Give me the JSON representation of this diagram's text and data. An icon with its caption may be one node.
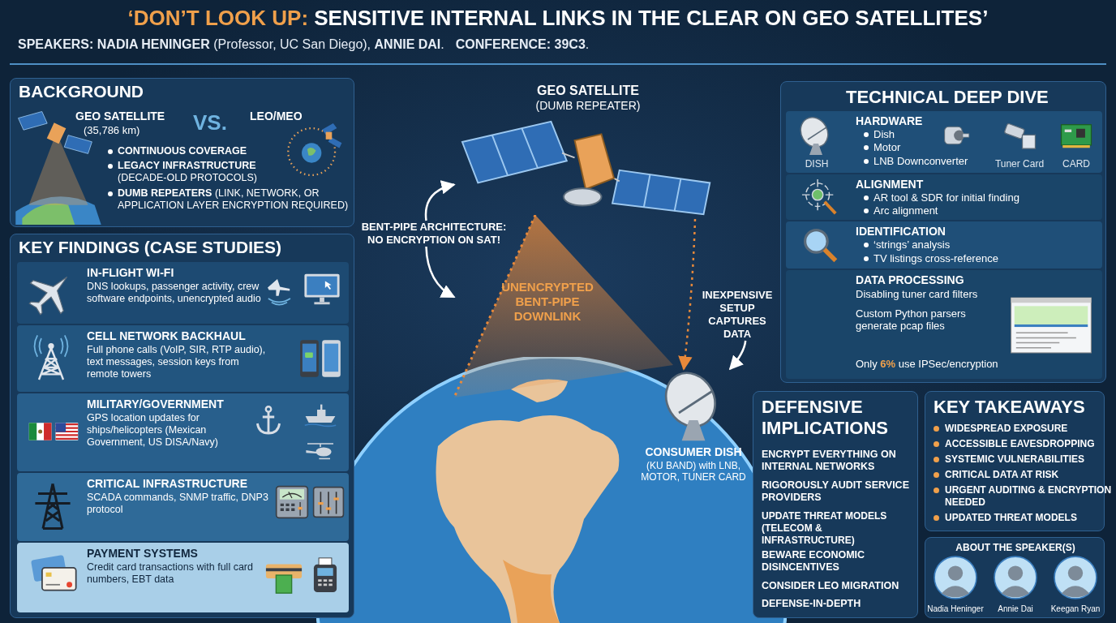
{
  "diagram": {
    "title": "**‘DON’T LOOK UP:** SENSITIVE INTERNAL LINKS IN THE CLEAR ON GEO SATELLITES’",
    "nodes": [
      {
        "text": [
          "GEO SATELLITE",
          "(DUMB REPEATER)"
        ]
      },
      {
        "text": [
          "BENT-PIPE ARCHITECTURE: NO ENCRYPTION ON SAT!"
        ]
      },
      {
        "text": [
          "UNENCRYPTED BENT-PIPE DOWNLINK"
        ]
      },
      {
        "text": [
          "CONSUMER DISH",
          "(KU BAND) with LNB, MOTOR, TUNER CARD"
        ]
      },
      {
        "text": [
          "INEXPENSIVE SETUP CAPTURES DATA"
        ]
      },
      {
        "text": [
          "BACKGROUND",
          "GEO SATELLITE",
          "(35,786 km)",
          "VS.",
          "LEO/MEO",
          "CONTINUOUS COVERAGE",
          "**LEGACY INFRASTRUCTURE** (DECADE-OLD PROTOCOLS)",
          "**DUMB REPEATERS** (LINK, NETWORK, OR APPLICATION LAYER ENCRYPTION REQUIRED)"
        ]
      },
      {
        "text": [
          "KEY FINDINGS (CASE STUDIES)"
        ]
      },
      {
        "text": [
          "IN-FLIGHT WI-FI",
          "DNS lookups, passenger activity, crew software endpoints, unencrypted audio"
        ],
        "in": 6
      },
      {
        "text": [
          "CELL NETWORK BACKHAUL",
          "Full phone calls (VoIP, SIR, RTP audio), text messages, session keys from remote towers"
        ],
        "in": 6
      },
      {
        "text": [
          "MILITARY/GOVERNMENT",
          "GPS location updates for ships/helicopters (Mexican Government, US DISA/Navy)"
        ],
        "in": 6
      },
      {
        "text": [
          "CRITICAL INFRASTRUCTURE",
          "SCADA commands, SNMP traffic, DNP3 protocol"
        ],
        "in": 6
      },
      {
        "text": [
          "PAYMENT SYSTEMS",
          "Credit card transactions with full card numbers, EBT data"
        ],
        "in": 6
      },
      {
        "text": [
          "TECHNICAL DEEP DIVE"
        ]
      },
      {
        "text": [
          "HARDWARE",
          "Dish",
          "Motor",
          "DISH",
          "LNB Downconverter",
          "Tuner Card",
          "CARD"
        ],
        "in": 12
      },
      {
        "text": [
          "ALIGNMENT",
          "AR tool & SDR for initial finding",
          "Arc alignment"
        ],
        "in": 12
      },
      {
        "text": [
          "IDENTIFICATION",
          "‘strings’ analysis",
          "TV listings cross-reference"
        ],
        "in": 12
      },
      {
        "text": [
          "DATA PROCESSING",
          "Disabling tuner card filters",
          "Custom Python parsers generate pcap files",
          "Only **6%** use IPSec/encryption"
        ],
        "in": 12
      },
      {
        "text": [
          "DEFENSIVE IMPLICATIONS",
          "ENCRYPT EVERYTHING ON INTERNAL NETWORKS",
          "RIGOROUSLY AUDIT SERVICE PROVIDERS",
          "UPDATE THREAT MODELS (TELECOM & INFRASTRUCTURE)",
          "BEWARE ECONOMIC DISINCENTIVES",
          "CONSIDER LEO MIGRATION",
          "DEFENSE-IN-DEPTH"
        ]
      },
      {
        "text": [
          "KEY TAKEAWAYS",
          "WIDESPREAD EXPOSURE",
          "ACCESSIBLE EAVESDROPPING",
          "SYSTEMIC VULNERABILITIES",
          "CRITICAL DATA AT RISK",
          "URGENT AUDITING & ENCRYPTION NEEDED",
          "UPDATED THREAT MODELS"
        ]
      },
      {
        "text": [
          "ABOUT THE SPEAKER(S)"
        ]
      },
      {
        "text": [
          "Nadia Heninger"
        ],
        "in": 19
      },
      {
        "text": [
          "Annie Dai"
        ],
        "in": 19
      },
      {
        "text": [
          "Keegan Ryan"
        ],
        "in": 19
      }
    ],
    "edges": [
      {
        "from": 1,
        "to": 0,
        "arrow": "to"
      },
      {
        "from": 1,
        "to": 2,
        "arrow": "to"
      },
      {
        "from": 0,
        "to": 3,
        "arrow": "to",
        "style": "dashed",
        "color": "#e8893a"
      },
      {
        "from": 4,
        "to": 3,
        "arrow": "to"
      }
    ],
    "labels": [
      "**SPEAKERS: NADIA HENINGER** (Professor, UC San Diego), **ANNIE DAI**.",
      "**CONFERENCE: 39C3**."
    ]
  }
}
